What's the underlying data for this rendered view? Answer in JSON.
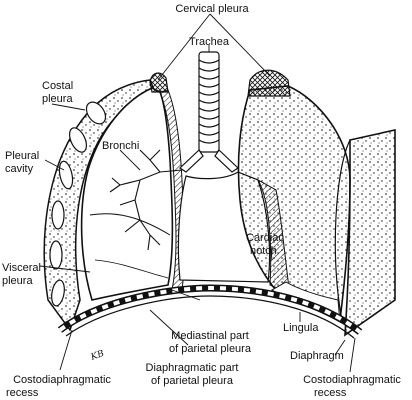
{
  "labels": {
    "cervical_pleura": "Cervical pleura",
    "trachea": "Trachea",
    "costal_pleura_1": "Costal",
    "costal_pleura_2": "pleura",
    "bronchi": "Bronchi",
    "pleural_cavity_1": "Pleural",
    "pleural_cavity_2": "cavity",
    "cardiac_notch_1": "Cardiac",
    "cardiac_notch_2": "notch",
    "visceral_pleura_1": "Visceral",
    "visceral_pleura_2": "pleura",
    "lingula": "Lingula",
    "mediastinal_1": "Mediastinal part",
    "mediastinal_2": "of parietal pleura",
    "diaphragm": "Diaphragm",
    "diaphragmatic_1": "Diaphragmatic part",
    "diaphragmatic_2": "of parietal pleura",
    "costo_left_1": "Costodiaphragmatic",
    "costo_left_2": "recess",
    "costo_right_1": "Costodiaphragmatic",
    "costo_right_2": "recess",
    "signature": "KB"
  },
  "colors": {
    "ink": "#111111",
    "paper": "#ffffff"
  }
}
